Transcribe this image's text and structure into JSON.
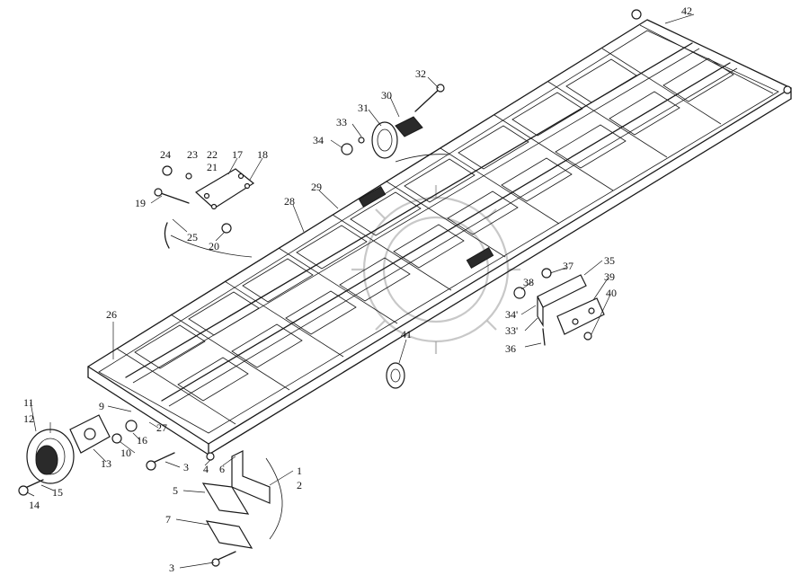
{
  "diagram": {
    "colors": {
      "ink": "#1a1a1a",
      "watermark": "#9a9a9a",
      "background": "#ffffff"
    },
    "callouts": [
      {
        "id": "c1",
        "text": "1"
      },
      {
        "id": "c2",
        "text": "2"
      },
      {
        "id": "c3a",
        "text": "3"
      },
      {
        "id": "c3b",
        "text": "3"
      },
      {
        "id": "c4",
        "text": "4"
      },
      {
        "id": "c5",
        "text": "5"
      },
      {
        "id": "c6",
        "text": "6"
      },
      {
        "id": "c7",
        "text": "7"
      },
      {
        "id": "c9",
        "text": "9"
      },
      {
        "id": "c10",
        "text": "10"
      },
      {
        "id": "c11",
        "text": "11"
      },
      {
        "id": "c12",
        "text": "12"
      },
      {
        "id": "c13",
        "text": "13"
      },
      {
        "id": "c14",
        "text": "14"
      },
      {
        "id": "c15",
        "text": "15"
      },
      {
        "id": "c16",
        "text": "16"
      },
      {
        "id": "c17",
        "text": "17"
      },
      {
        "id": "c18",
        "text": "18"
      },
      {
        "id": "c19",
        "text": "19"
      },
      {
        "id": "c20",
        "text": "20"
      },
      {
        "id": "c21",
        "text": "21"
      },
      {
        "id": "c22",
        "text": "22"
      },
      {
        "id": "c23",
        "text": "23"
      },
      {
        "id": "c24",
        "text": "24"
      },
      {
        "id": "c25",
        "text": "25"
      },
      {
        "id": "c26",
        "text": "26"
      },
      {
        "id": "c27",
        "text": "27"
      },
      {
        "id": "c28",
        "text": "28"
      },
      {
        "id": "c29",
        "text": "29"
      },
      {
        "id": "c30",
        "text": "30"
      },
      {
        "id": "c31",
        "text": "31"
      },
      {
        "id": "c32",
        "text": "32"
      },
      {
        "id": "c33",
        "text": "33"
      },
      {
        "id": "c33b",
        "text": "33'"
      },
      {
        "id": "c34",
        "text": "34"
      },
      {
        "id": "c34b",
        "text": "34'"
      },
      {
        "id": "c35",
        "text": "35"
      },
      {
        "id": "c36",
        "text": "36"
      },
      {
        "id": "c37",
        "text": "37"
      },
      {
        "id": "c38",
        "text": "38"
      },
      {
        "id": "c39",
        "text": "39"
      },
      {
        "id": "c40",
        "text": "40"
      },
      {
        "id": "c41",
        "text": "41"
      },
      {
        "id": "c42",
        "text": "42"
      }
    ]
  }
}
